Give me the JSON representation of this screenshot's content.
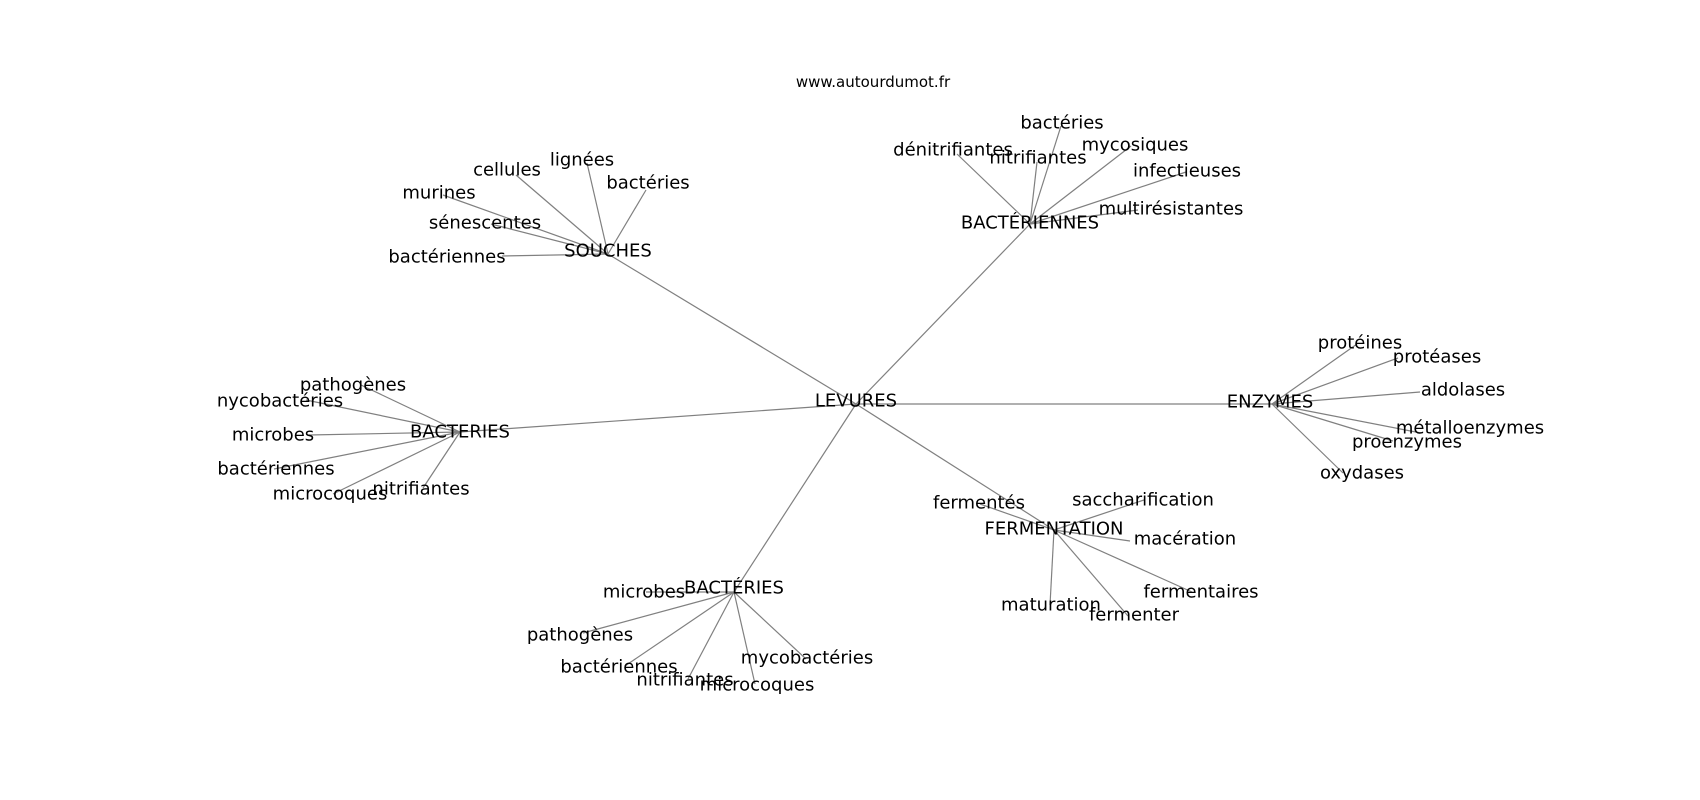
{
  "site": "www.autourdumot.fr",
  "colors": {
    "edge": "#808080",
    "text": "#000000",
    "background": "#ffffff"
  },
  "graph": {
    "center": "LEVURES",
    "clusters": [
      {
        "hub": "SOUCHES",
        "leaves": [
          "cellules",
          "lignées",
          "bactéries",
          "murines",
          "sénescentes",
          "bactériennes"
        ]
      },
      {
        "hub": "BACTÉRIENNES",
        "leaves": [
          "bactéries",
          "dénitrifiantes",
          "mycosiques",
          "nitrifiantes",
          "infectieuses",
          "multirésistantes"
        ]
      },
      {
        "hub": "ENZYMES",
        "leaves": [
          "protéines",
          "protéases",
          "aldolases",
          "métalloenzymes",
          "proenzymes",
          "oxydases"
        ]
      },
      {
        "hub": "FERMENTATION",
        "leaves": [
          "fermentés",
          "saccharification",
          "macération",
          "fermentaires",
          "maturation",
          "fermenter"
        ]
      },
      {
        "hub": "BACTÉRIES",
        "leaves": [
          "microbes",
          "pathogènes",
          "bactériennes",
          "mycobactéries",
          "nitrifiantes",
          "microcoques"
        ]
      },
      {
        "hub": "BACTERIES",
        "leaves": [
          "pathogènes",
          "nycobactéries",
          "microbes",
          "bactériennes",
          "microcoques",
          "nitrifiantes"
        ]
      }
    ]
  }
}
